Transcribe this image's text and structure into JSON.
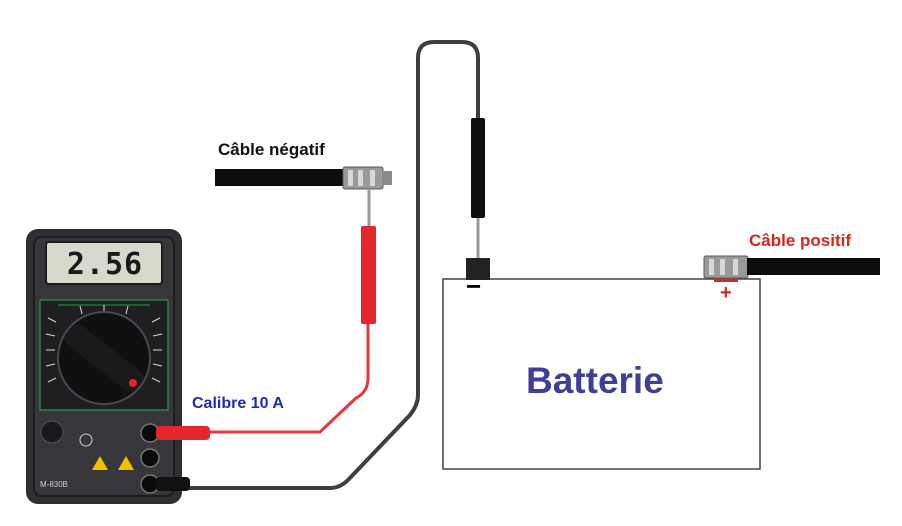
{
  "labels": {
    "negative_cable": "Câble négatif",
    "positive_cable": "Câble positif",
    "calibre": "Calibre 10 A",
    "battery": "Batterie"
  },
  "multimeter": {
    "display_value": "2.56",
    "model": "M-830B"
  },
  "battery_terminals": {
    "negative": "−",
    "positive": "+"
  },
  "colors": {
    "positive_label": "#d7261e",
    "calibre_label": "#1f2bb8",
    "battery_label": "#3f3f9a",
    "positive_sign": "#d7261e",
    "red_lead": "#e8363a",
    "black_lead": "#3d3d42"
  }
}
